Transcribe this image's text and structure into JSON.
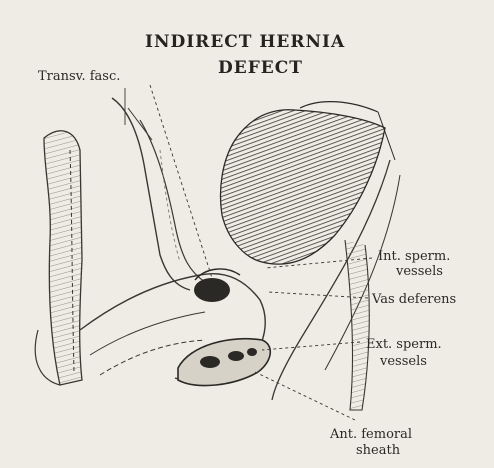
{
  "title": {
    "line1": "INDIRECT HERNIA",
    "line2": "DEFECT"
  },
  "labels": {
    "transv_fasc": "Transv. fasc.",
    "int_sperm_1": "Int. sperm.",
    "int_sperm_2": "vessels",
    "vas_deferens": "Vas deferens",
    "ext_sperm_1": "Ext. sperm.",
    "ext_sperm_2": "vessels",
    "ant_femoral_1": "Ant. femoral",
    "ant_femoral_2": "sheath"
  },
  "colors": {
    "paper": "#eeece4",
    "ink": "#2b2925",
    "shade_dark": "#3a3631",
    "shade_mid": "#7a756c"
  }
}
